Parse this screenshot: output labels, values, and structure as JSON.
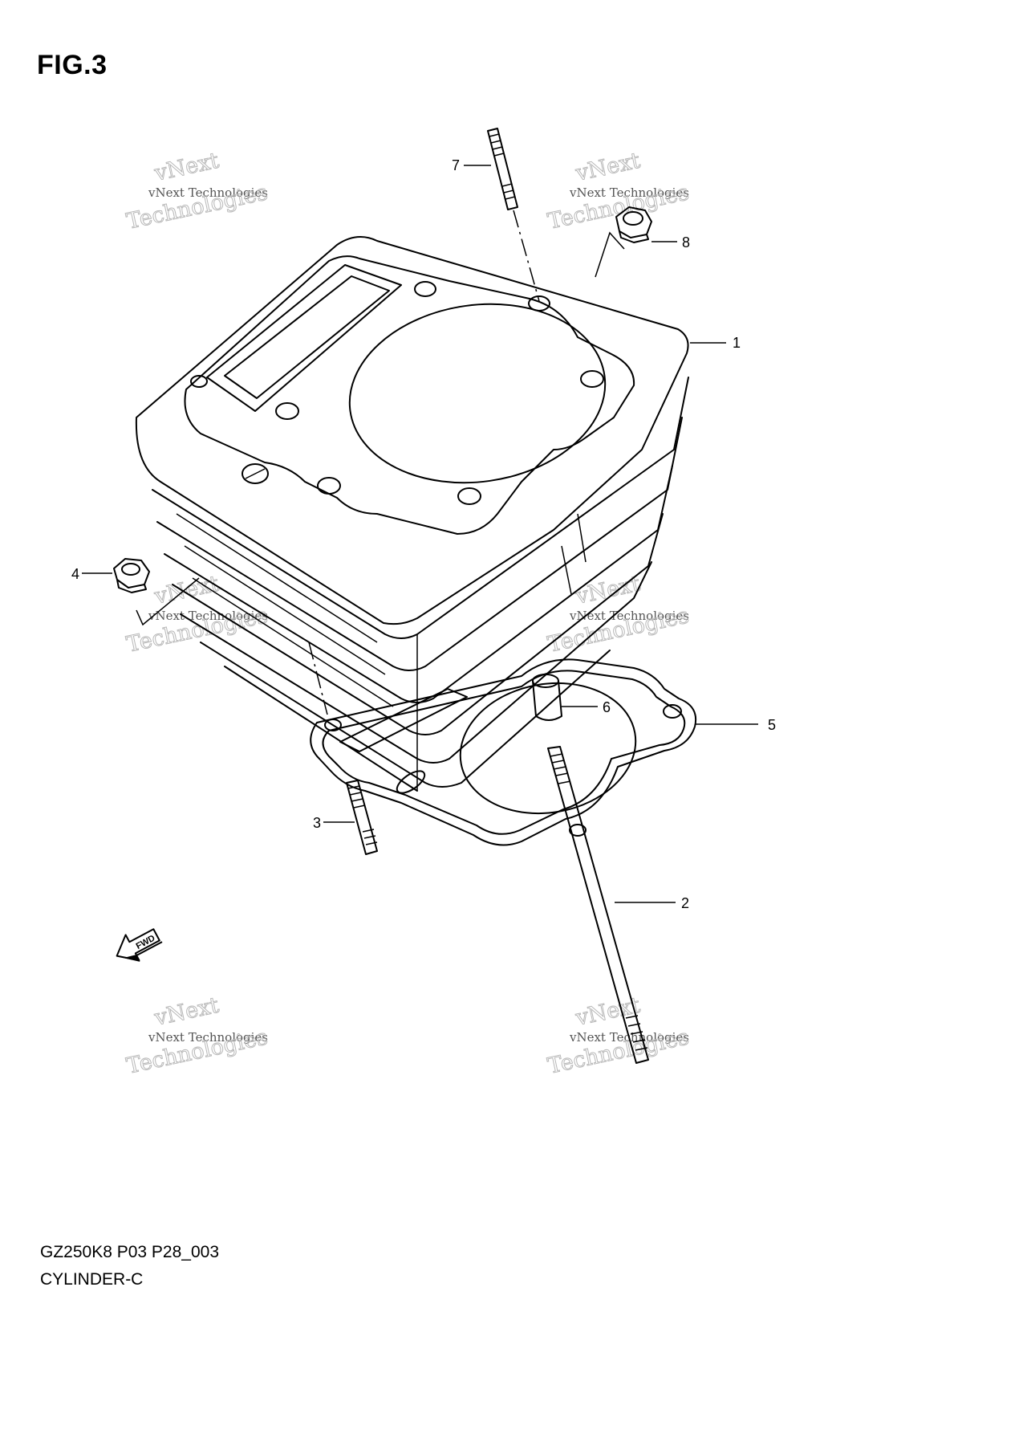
{
  "figure": {
    "title": "FIG.3",
    "code": "GZ250K8 P03 P28_003",
    "name": "CYLINDER-C"
  },
  "callouts": [
    {
      "id": "1",
      "label": "1"
    },
    {
      "id": "2",
      "label": "2"
    },
    {
      "id": "3",
      "label": "3"
    },
    {
      "id": "4",
      "label": "4"
    },
    {
      "id": "5",
      "label": "5"
    },
    {
      "id": "6",
      "label": "6"
    },
    {
      "id": "7",
      "label": "7"
    },
    {
      "id": "8",
      "label": "8"
    }
  ],
  "fwd_arrow": {
    "label": "FWD"
  },
  "watermark": {
    "line1": "vNext",
    "line2": "vNext Technologies",
    "line3": "Technologies"
  }
}
